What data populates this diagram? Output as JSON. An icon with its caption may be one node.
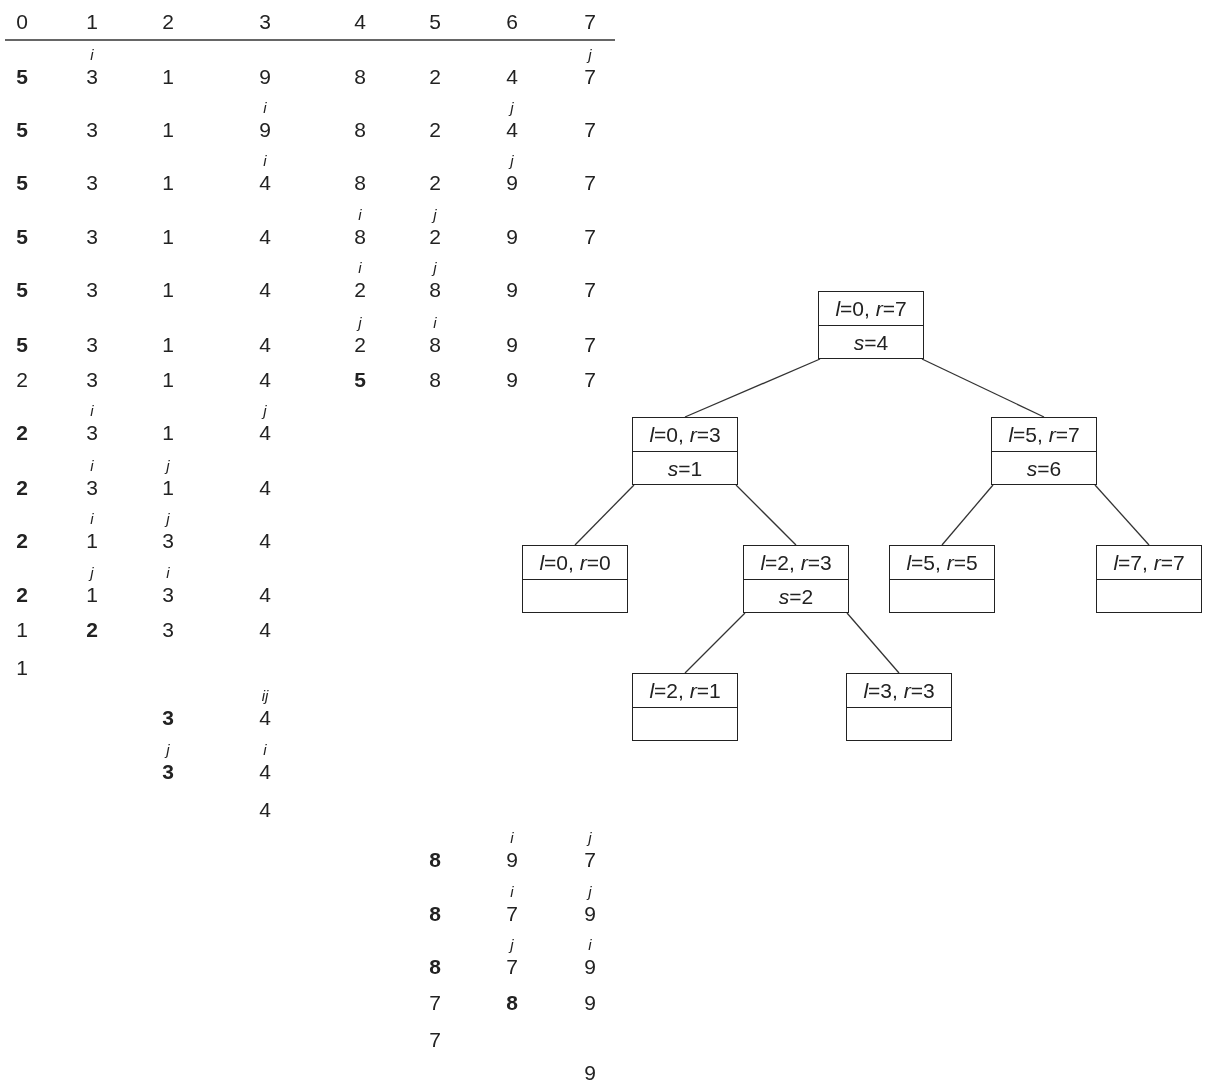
{
  "diagram": {
    "nodes": [
      {
        "text": [
          "*l*=0, *r*=7",
          "*s*=4"
        ]
      },
      {
        "text": [
          "*l*=0, *r*=3",
          "*s*=1"
        ]
      },
      {
        "text": [
          "*l*=5, *r*=7",
          "*s*=6"
        ]
      },
      {
        "text": [
          "*l*=0, *r*=0"
        ]
      },
      {
        "text": [
          "*l*=2, *r*=3",
          "*s*=2"
        ]
      },
      {
        "text": [
          "*l*=5, *r*=5"
        ]
      },
      {
        "text": [
          "*l*=7, *r*=7"
        ]
      },
      {
        "text": [
          "*l*=2, *r*=1"
        ]
      },
      {
        "text": [
          "*l*=3, *r*=3"
        ]
      }
    ],
    "edges": [
      {
        "from": 0,
        "to": 1,
        "arrow": "none"
      },
      {
        "from": 0,
        "to": 2,
        "arrow": "none"
      },
      {
        "from": 1,
        "to": 3,
        "arrow": "none"
      },
      {
        "from": 1,
        "to": 4,
        "arrow": "none"
      },
      {
        "from": 2,
        "to": 5,
        "arrow": "none"
      },
      {
        "from": 2,
        "to": 6,
        "arrow": "none"
      },
      {
        "from": 4,
        "to": 7,
        "arrow": "none"
      },
      {
        "from": 4,
        "to": 8,
        "arrow": "none"
      }
    ],
    "labels": [
      "0",
      "1",
      "2",
      "3",
      "4",
      "5",
      "6",
      "7",
      "5",
      "i",
      "3",
      "1",
      "9",
      "8",
      "2",
      "4",
      "j",
      "7",
      "5",
      "3",
      "1",
      "i",
      "9",
      "8",
      "2",
      "j",
      "4",
      "7",
      "5",
      "3",
      "1",
      "i",
      "4",
      "8",
      "2",
      "j",
      "9",
      "7",
      "5",
      "3",
      "1",
      "4",
      "i",
      "8",
      "j",
      "2",
      "9",
      "7",
      "5",
      "3",
      "1",
      "4",
      "i",
      "2",
      "j",
      "8",
      "9",
      "7",
      "5",
      "3",
      "1",
      "4",
      "j",
      "2",
      "i",
      "8",
      "9",
      "7",
      "2",
      "3",
      "1",
      "4",
      "5",
      "8",
      "9",
      "7",
      "2",
      "i",
      "3",
      "1",
      "j",
      "4",
      "2",
      "i",
      "3",
      "j",
      "1",
      "4",
      "2",
      "i",
      "1",
      "j",
      "3",
      "4",
      "2",
      "j",
      "1",
      "i",
      "3",
      "4",
      "1",
      "2",
      "3",
      "4",
      "1",
      "3",
      "ij",
      "4",
      "j",
      "3",
      "i",
      "4",
      "4",
      "8",
      "i",
      "9",
      "j",
      "7",
      "8",
      "i",
      "7",
      "j",
      "9",
      "8",
      "j",
      "7",
      "i",
      "9",
      "7",
      "8",
      "9",
      "7",
      "9"
    ]
  }
}
